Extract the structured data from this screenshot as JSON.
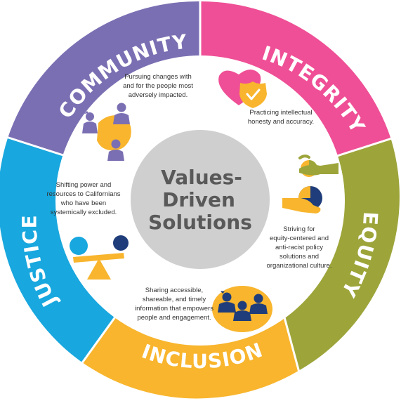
{
  "segments": [
    {
      "label": "COMMUNITY",
      "color": "#7b6fb3"
    },
    {
      "label": "INTEGRITY",
      "color": "#ef4f96"
    },
    {
      "label": "EQUITY",
      "color": "#9da53a"
    },
    {
      "label": "INCLUSION",
      "color": "#f8b52d"
    },
    {
      "label": "JUSTICE",
      "color": "#18a7de"
    }
  ],
  "center": {
    "line1": "Values-",
    "line2": "Driven",
    "line3": "Solutions"
  },
  "descriptions": {
    "community": [
      "Pursuing changes with",
      "and for the people most",
      "adversely impacted."
    ],
    "integrity": [
      "Practicing intellectual",
      "honesty and accuracy."
    ],
    "justice": [
      "Shifting power and",
      "resources to Californians",
      "who have been",
      "systemically excluded."
    ],
    "equity": [
      "Striving for",
      "equity-centered and",
      "anti-racist policy",
      "solutions and",
      "organizational culture."
    ],
    "inclusion": [
      "Sharing accessible,",
      "shareable, and timely",
      "information that empowers",
      "people and engagement."
    ]
  },
  "colors": {
    "navy": "#1f3d7a",
    "yellow": "#f8b52d",
    "center_circle": "#cfcfcf",
    "center_text": "#595959",
    "green": "#9da53a",
    "pink": "#ef4f96",
    "purple": "#7b6fb3",
    "blue": "#18a7de"
  },
  "icons": [
    "people-group-icon",
    "heart-shield-check-icon",
    "balance-scale-icon",
    "hands-pie-chart-icon",
    "people-bubble-icon"
  ]
}
